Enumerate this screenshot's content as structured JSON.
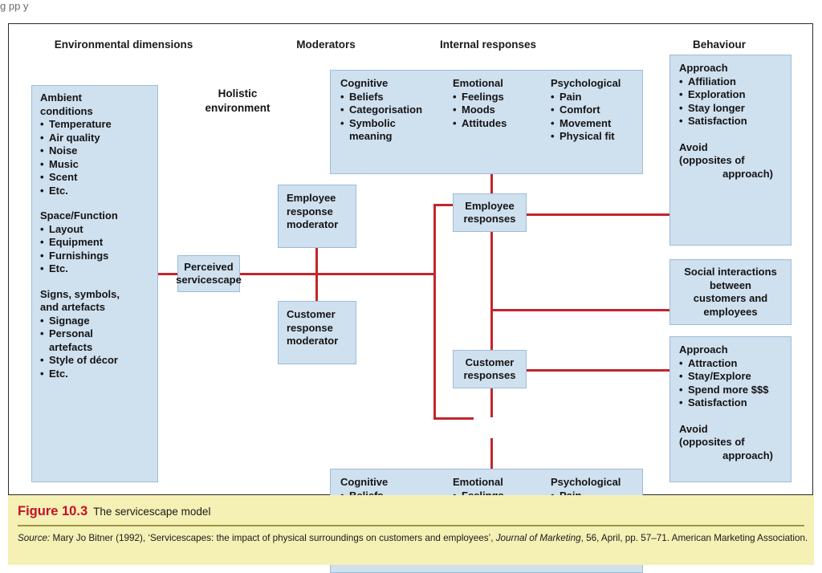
{
  "page_bleed": "g                                                                                                                        pp y",
  "figure": {
    "number": "Figure 10.3",
    "title": "The servicescape model",
    "source_label": "Source:",
    "source_part1": " Mary Jo Bitner (1992), ‘Servicescapes: the impact of physical surroundings on customers and employees’, ",
    "source_journal": "Journal of Marketing",
    "source_part2": ", 56, April, pp. 57–71. American Marketing Association."
  },
  "colors": {
    "box_fill": "#cfe0ef",
    "box_border": "#9dbcd8",
    "connector": "#c0272d",
    "caption_bg": "#f5f0b4",
    "figure_number": "#c3102a",
    "frame": "#2b2b2b"
  },
  "headers": {
    "environmental": "Environmental\ndimensions",
    "moderators": "Moderators",
    "internal": "Internal responses",
    "behaviour": "Behaviour"
  },
  "labels": {
    "holistic_environment": "Holistic\nenvironment"
  },
  "environmental_box": {
    "groups": [
      {
        "heading": "Ambient\n  conditions",
        "items": [
          "Temperature",
          "Air quality",
          "Noise",
          "Music",
          "Scent",
          "Etc."
        ]
      },
      {
        "heading": "Space/Function",
        "items": [
          "Layout",
          "Equipment",
          "Furnishings",
          "Etc."
        ]
      },
      {
        "heading": "Signs, symbols,\nand artefacts",
        "items": [
          "Signage",
          "Personal\n  artefacts",
          "Style of décor",
          "Etc."
        ]
      }
    ]
  },
  "perceived_servicescape": "Perceived\nservicescape",
  "moderator_boxes": {
    "employee": "Employee\nresponse\nmoderator",
    "customer": "Customer\nresponse\nmoderator"
  },
  "response_boxes": {
    "employee": "Employee\nresponses",
    "customer": "Customer\nresponses"
  },
  "internal_responses": {
    "cognitive": {
      "heading": "Cognitive",
      "items": [
        "Beliefs",
        "Categorisation",
        "Symbolic\n  meaning"
      ]
    },
    "emotional": {
      "heading": "Emotional",
      "items": [
        "Feelings",
        "Moods",
        "Attitudes"
      ]
    },
    "psychological": {
      "heading": "Psychological",
      "items": [
        "Pain",
        "Comfort",
        "Movement",
        "Physical fit"
      ]
    }
  },
  "behaviour": {
    "employee": {
      "approach_heading": "Approach",
      "approach_items": [
        "Affiliation",
        "Exploration",
        "Stay longer",
        "Satisfaction"
      ],
      "avoid_heading": "Avoid",
      "avoid_line2": "(opposites of",
      "avoid_line3": "approach)"
    },
    "social": "Social interactions\nbetween\ncustomers and\nemployees",
    "customer": {
      "approach_heading": "Approach",
      "approach_items": [
        "Attraction",
        "Stay/Explore",
        "Spend more $$$",
        "Satisfaction"
      ],
      "avoid_heading": "Avoid",
      "avoid_line2": "(opposites of",
      "avoid_line3": "approach)"
    }
  }
}
